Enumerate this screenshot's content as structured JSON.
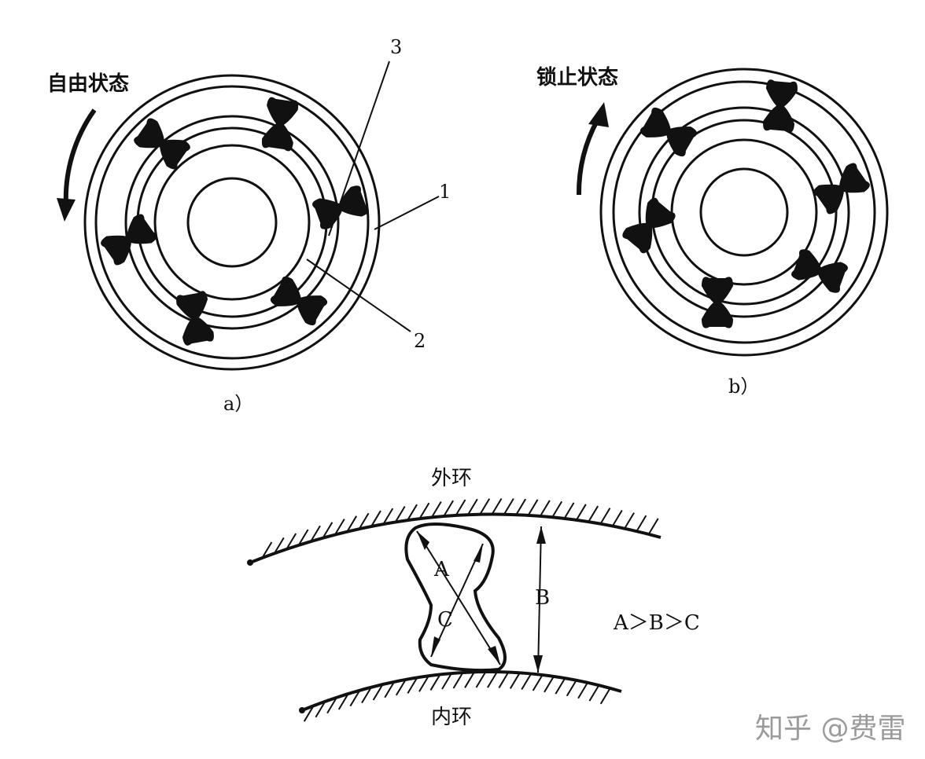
{
  "figure_a": {
    "state_label": "自由状态",
    "part_labels": [
      "3",
      "1",
      "2"
    ],
    "caption": "a）"
  },
  "figure_b": {
    "state_label": "锁止状态",
    "caption": "b）"
  },
  "figure_c": {
    "outer_ring_label": "外环",
    "inner_ring_label": "内环",
    "dim_a": "A",
    "dim_b": "B",
    "dim_c": "C",
    "relation": "A＞B＞C"
  },
  "watermark": "知乎 @费雷",
  "colors": {
    "ink": "#111111",
    "background": "#ffffff",
    "watermark": "#9b9b9b"
  }
}
